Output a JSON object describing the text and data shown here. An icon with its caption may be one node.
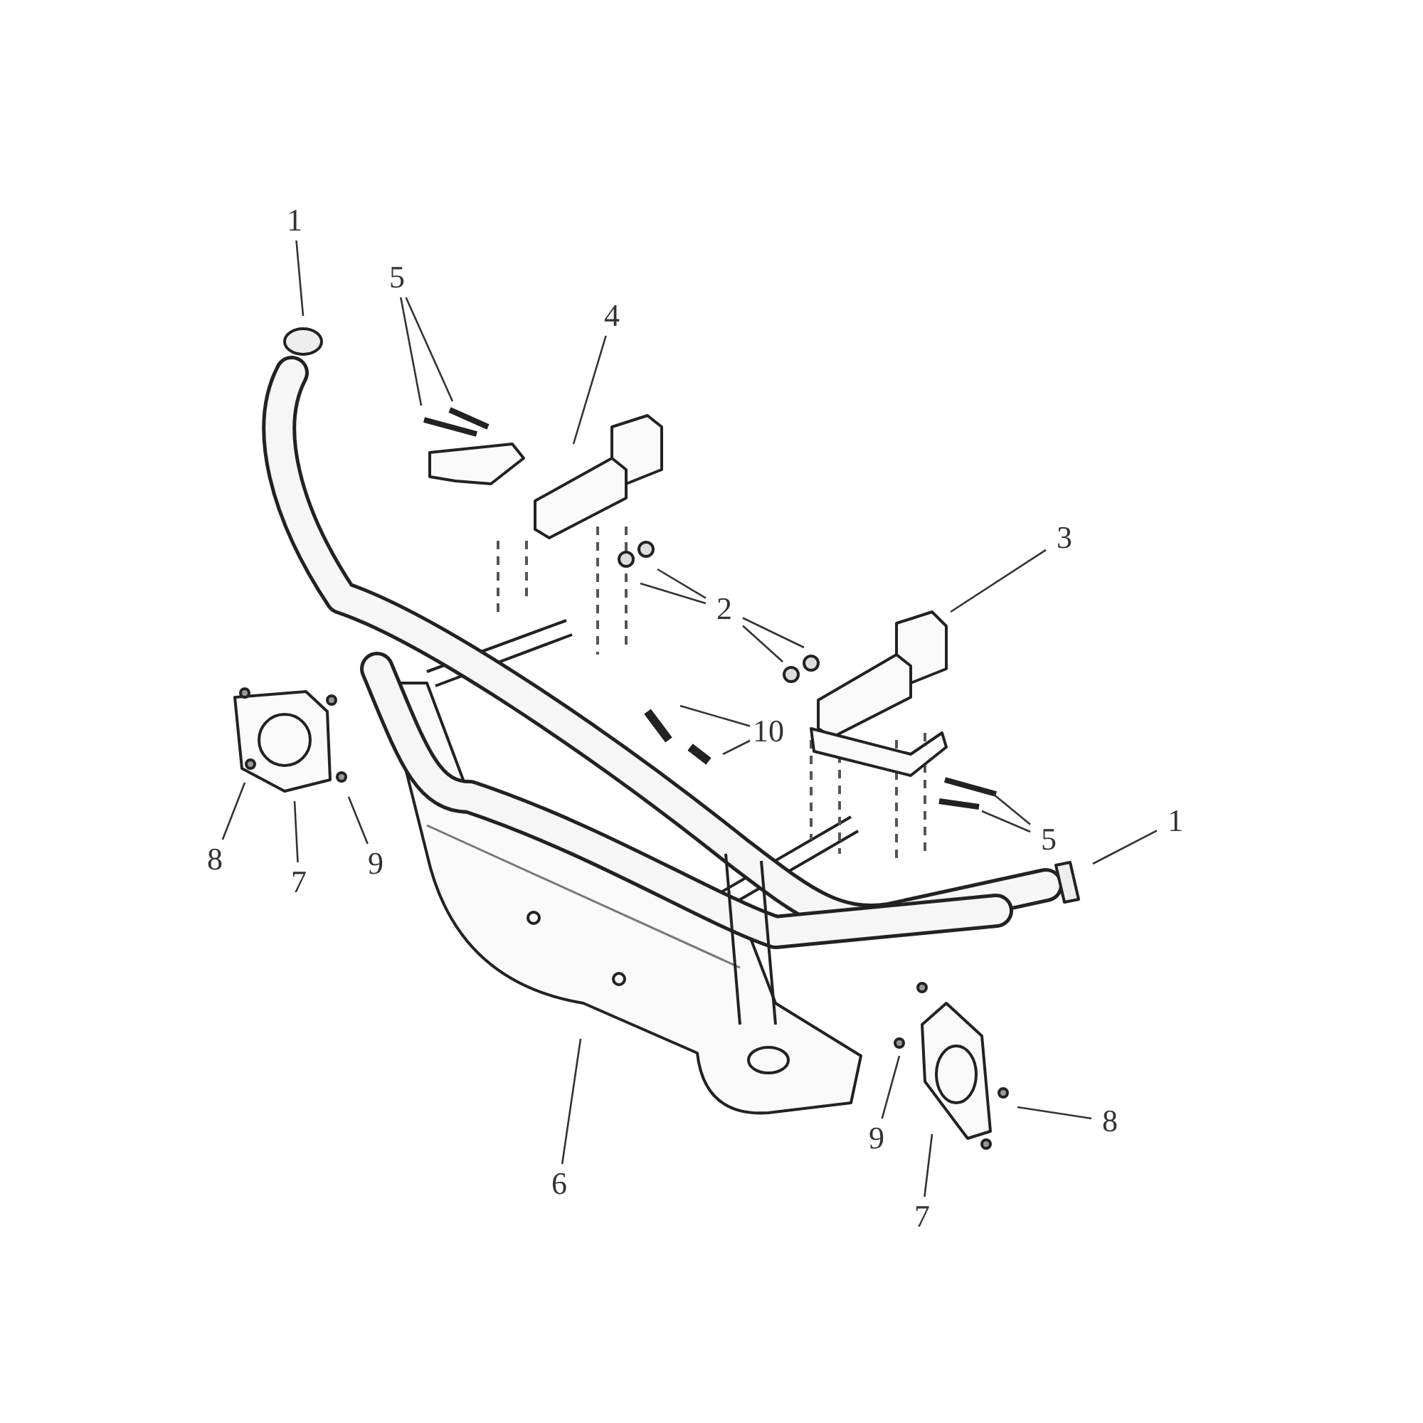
{
  "diagram": {
    "nodes": [
      {
        "text": [
          "1"
        ]
      },
      {
        "text": [
          "5"
        ]
      },
      {
        "text": [
          "4"
        ]
      },
      {
        "text": [
          "3"
        ]
      },
      {
        "text": [
          "2"
        ]
      },
      {
        "text": [
          "10"
        ]
      },
      {
        "text": [
          "1"
        ]
      },
      {
        "text": [
          "5"
        ]
      },
      {
        "text": [
          "8"
        ]
      },
      {
        "text": [
          "7"
        ]
      },
      {
        "text": [
          "9"
        ]
      },
      {
        "text": [
          "6"
        ]
      },
      {
        "text": [
          "9"
        ]
      },
      {
        "text": [
          "8"
        ]
      },
      {
        "text": [
          "7"
        ]
      }
    ],
    "edges": [
      {
        "from": 0,
        "to": null,
        "arrow": "none"
      },
      {
        "from": 1,
        "to": null,
        "arrow": "none"
      },
      {
        "from": 1,
        "to": null,
        "arrow": "none"
      },
      {
        "from": 2,
        "to": null,
        "arrow": "none"
      },
      {
        "from": 3,
        "to": null,
        "arrow": "none"
      },
      {
        "from": 4,
        "to": null,
        "arrow": "none"
      },
      {
        "from": 4,
        "to": null,
        "arrow": "none"
      },
      {
        "from": 4,
        "to": null,
        "arrow": "none"
      },
      {
        "from": 4,
        "to": null,
        "arrow": "none"
      },
      {
        "from": 5,
        "to": null,
        "arrow": "none"
      },
      {
        "from": 5,
        "to": null,
        "arrow": "none"
      },
      {
        "from": 6,
        "to": null,
        "arrow": "none"
      },
      {
        "from": 7,
        "to": null,
        "arrow": "none"
      },
      {
        "from": 7,
        "to": null,
        "arrow": "none"
      },
      {
        "from": 8,
        "to": null,
        "arrow": "none"
      },
      {
        "from": 9,
        "to": null,
        "arrow": "none"
      },
      {
        "from": 10,
        "to": null,
        "arrow": "none"
      },
      {
        "from": 11,
        "to": null,
        "arrow": "none"
      },
      {
        "from": 12,
        "to": null,
        "arrow": "none"
      },
      {
        "from": 13,
        "to": null,
        "arrow": "none"
      },
      {
        "from": 14,
        "to": null,
        "arrow": "none"
      }
    ]
  }
}
